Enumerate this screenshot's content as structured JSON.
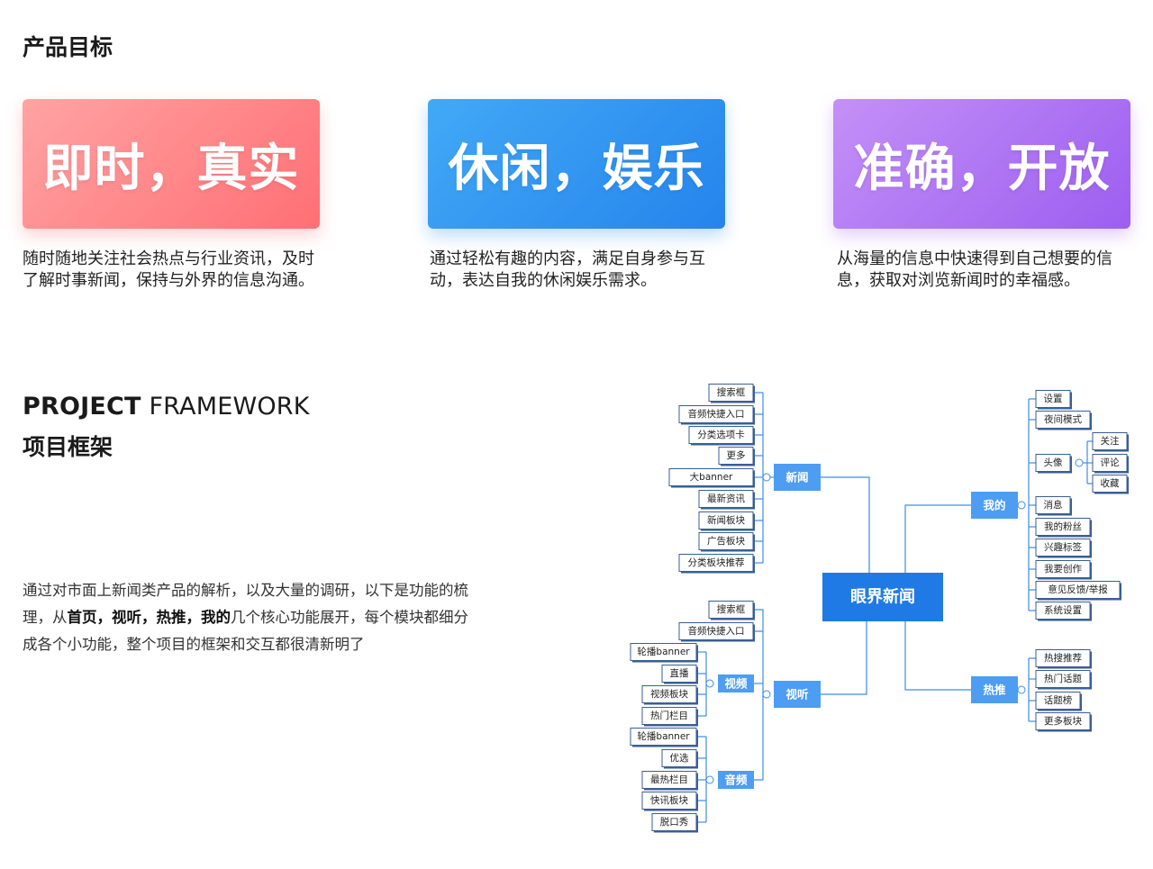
{
  "goals": {
    "title": "产品目标",
    "cards": [
      {
        "label": "即时，真实",
        "desc": "随时随地关注社会热点与行业资讯，及时了解时事新闻，保持与外界的信息沟通。"
      },
      {
        "label": "休闲，娱乐",
        "desc": "通过轻松有趣的内容，满足自身参与互动，表达自我的休闲娱乐需求。"
      },
      {
        "label": "准确，开放",
        "desc": "从海量的信息中快速得到自己想要的信息，获取对浏览新闻时的幸福感。"
      }
    ]
  },
  "framework": {
    "title_en_bold": "PROJECT",
    "title_en_rest": " FRAMEWORK",
    "title_cn": "项目框架",
    "para_1": "通过对市面上新闻类产品的解析，以及大量的调研，以下是功能的梳理，从",
    "para_b1": "首页",
    "para_s1": "，",
    "para_b2": "视听",
    "para_s2": "，",
    "para_b3": "热推",
    "para_s3": "，",
    "para_b4": "我的",
    "para_2": "几个核心功能展开，每个模块都细分成各个小功能，整个项目的框架和交互都很清新明了"
  },
  "mindmap": {
    "root": "眼界新闻",
    "branches": {
      "news": {
        "label": "新闻",
        "items": [
          "搜索框",
          "音频快捷入口",
          "分类选项卡",
          "更多",
          "大banner",
          "最新资讯",
          "新闻板块",
          "广告板块",
          "分类板块推荐"
        ]
      },
      "av": {
        "label": "视听",
        "items": [
          "搜索框",
          "音频快捷入口"
        ],
        "video": {
          "label": "视频",
          "items": [
            "轮播banner",
            "直播",
            "视频板块",
            "热门栏目"
          ]
        },
        "audio": {
          "label": "音频",
          "items": [
            "轮播banner",
            "优选",
            "最热栏目",
            "快讯板块",
            "脱口秀"
          ]
        }
      },
      "mine": {
        "label": "我的",
        "items_top": [
          "设置",
          "夜间模式"
        ],
        "avatar": {
          "label": "头像",
          "items": [
            "关注",
            "评论",
            "收藏"
          ]
        },
        "items_bottom": [
          "消息",
          "我的粉丝",
          "兴趣标签",
          "我要创作",
          "意见反馈/举报",
          "系统设置"
        ]
      },
      "hot": {
        "label": "热推",
        "items": [
          "热搜推荐",
          "热门话题",
          "话题榜",
          "更多板块"
        ]
      }
    }
  }
}
